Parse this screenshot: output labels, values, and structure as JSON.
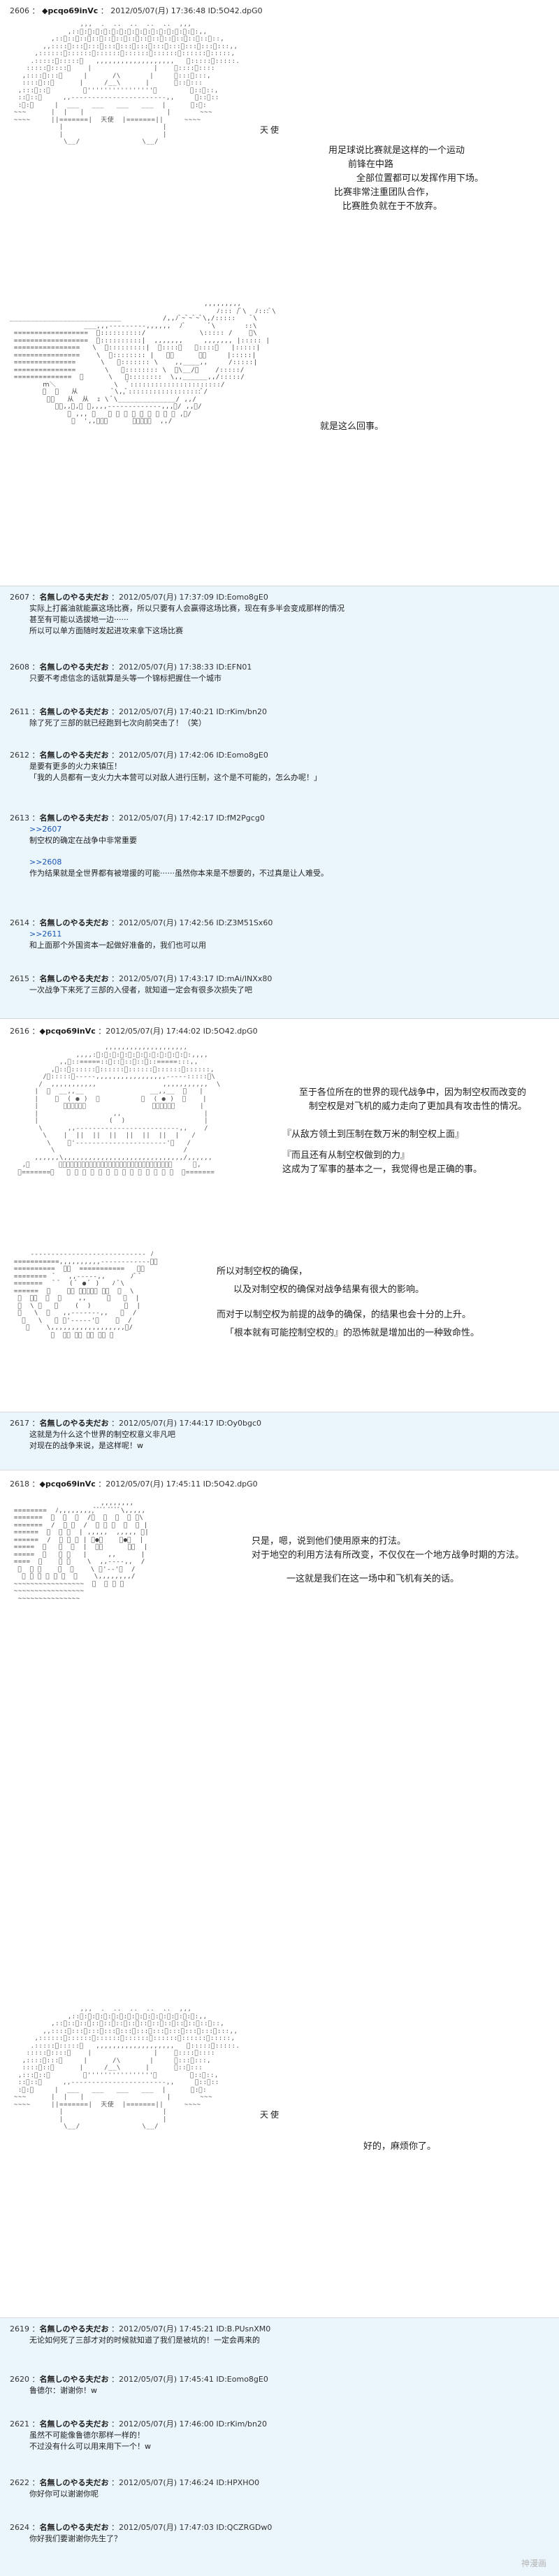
{
  "posts": [
    {
      "num": "2606",
      "name": "◆pcqo69inVc",
      "date": "2012/05/07(月) 17:36:48",
      "id": "ID:5O42.dpG0",
      "kind": "main"
    },
    {
      "num": "2607",
      "name": "名無しのやる夫だお",
      "date": "2012/05/07(月) 17:37:09",
      "id": "ID:Eomo8gE0",
      "kind": "reply",
      "lines": [
        "实际上打酱油就能赢这场比赛，所以只要有人会赢得这场比赛，现在有多半会变成那样的情况",
        "甚至有可能以选拔地一边······",
        "所以可以单方面随时发起进攻来拿下这场比赛"
      ]
    },
    {
      "num": "2608",
      "name": "名無しのやる夫だお",
      "date": "2012/05/07(月) 17:38:33",
      "id": "ID:EFN01",
      "kind": "reply",
      "lines": [
        "只要不考虑信念的话就算是头等一个锦标把握住一个城市"
      ]
    },
    {
      "num": "2611",
      "name": "名無しのやる夫だお",
      "date": "2012/05/07(月) 17:40:21",
      "id": "ID:rKim/bn20",
      "kind": "reply",
      "lines": [
        "除了死了三部的就已经跑到七次向前突击了！（笑）"
      ]
    },
    {
      "num": "2612",
      "name": "名無しのやる夫だお",
      "date": "2012/05/07(月) 17:42:06",
      "id": "ID:Eomo8gE0",
      "kind": "reply",
      "lines": [
        "是要有更多的火力来镇压！",
        "「我的人员都有一支火力大本营可以对敌人进行压制，这个是不可能的，怎么办呢！」"
      ]
    },
    {
      "num": "2613",
      "name": "名無しのやる夫だお",
      "date": "2012/05/07(月) 17:42:17",
      "id": "ID:fM2Pgcg0",
      "kind": "reply",
      "lines": [
        ">>2607",
        "制空权的确定在战争中非常重要",
        "",
        ">>2608",
        "作为结果就是全世界都有被增援的可能······虽然你本来是不想要的，不过真是让人难受。"
      ]
    },
    {
      "num": "2614",
      "name": "名無しのやる夫だお",
      "date": "2012/05/07(月) 17:42:56",
      "id": "ID:Z3M51Sx60",
      "kind": "reply",
      "lines": [
        ">>2611",
        "和上面那个外国资本一起做好准备的，我们也可以用"
      ]
    },
    {
      "num": "2615",
      "name": "名無しのやる夫だお",
      "date": "2012/05/07(月) 17:43:17",
      "id": "ID:mAi/INXx80",
      "kind": "reply",
      "lines": [
        "一次战争下来死了三部的入侵者，就知道一定会有很多次损失了吧"
      ]
    },
    {
      "num": "2616",
      "name": "◆pcqo69inVc",
      "date": "2012/05/07(月) 17:44:02",
      "id": "ID:5O42.dpG0",
      "kind": "main"
    },
    {
      "num": "2617",
      "name": "名無しのやる夫だお",
      "date": "2012/05/07(月) 17:44:17",
      "id": "ID:Oy0bgc0",
      "kind": "reply",
      "lines": [
        "这就是为什么这个世界的制空权意义非凡吧",
        "对现在的战争来说，是这样呢！w"
      ]
    },
    {
      "num": "2618",
      "name": "◆pcqo69inVc",
      "date": "2012/05/07(月) 17:45:11",
      "id": "ID:5O42.dpG0",
      "kind": "main"
    },
    {
      "num": "2619",
      "name": "名無しのやる夫だお",
      "date": "2012/05/07(月) 17:45:21",
      "id": "ID:B.PUsnXM0",
      "kind": "reply",
      "lines": [
        "无论如何死了三部才对的时候就知道了我们是被坑的！一定会再来的"
      ]
    },
    {
      "num": "2620",
      "name": "名無しのやる夫だお",
      "date": "2012/05/07(月) 17:45:41",
      "id": "ID:Eomo8gE0",
      "kind": "reply",
      "lines": [
        "鲁德尔：谢谢你！w"
      ]
    },
    {
      "num": "2621",
      "name": "名無しのやる夫だお",
      "date": "2012/05/07(月) 17:46:00",
      "id": "ID:rKim/bn20",
      "kind": "reply",
      "lines": [
        "虽然不可能像鲁德尔那样一样的！",
        "不过没有什么可以用来用下一个！w"
      ]
    },
    {
      "num": "2622",
      "name": "名無しのやる夫だお",
      "date": "2012/05/07(月) 17:46:24",
      "id": "ID:HPXHO0",
      "kind": "reply",
      "lines": [
        "你好你可以谢谢你呢"
      ]
    },
    {
      "num": "2624",
      "name": "名無しのやる夫だお",
      "date": "2012/05/07(月) 17:47:03",
      "id": "ID:QCZRGDw0",
      "kind": "reply",
      "lines": [
        "你好我们要谢谢你先生了？"
      ]
    }
  ],
  "captions": {
    "c1": [
      "用足球说比赛就是这样的一个运动",
      "前锋在中路",
      "全部位置都可以发挥作用下场。",
      "",
      "比赛非常注重团队合作，",
      "比赛胜负就在于不放弃。"
    ],
    "c2": [
      "就是这么回事。"
    ],
    "c3": [
      "至于各位所在的世界的现代战争中，因为制空权而改变的",
      "制空权是对飞机的威力走向了更加具有攻击性的情况。"
    ],
    "c4a": "『从敌方领土到压制在数万米的制空权上面』",
    "c4b": "『而且还有从制空权做到的力』",
    "c4c": "这成为了军事的基本之一，我觉得也是正确的事。",
    "c5": [
      "所以对制空权的确保，",
      "以及对制空权的确保对战争结果有很大的影响。",
      "而对于以制空权为前提的战争的确保，的结果也会十分的上升。",
      "「根本就有可能控制空权的』的恐怖就是增加出的一种致命性。"
    ],
    "c6": [
      "只是，嗯，说到他们使用原来的打法。",
      "对于地空的利用方法有所改变，不仅仅在一个地方战争时期的方法。",
      "",
      "一这就是我们在这一场中和飞机有关的话。"
    ],
    "c7": "好的，麻烦你了。",
    "banner1": "天使",
    "banner2": "天使"
  },
  "watermark": "神漫画"
}
